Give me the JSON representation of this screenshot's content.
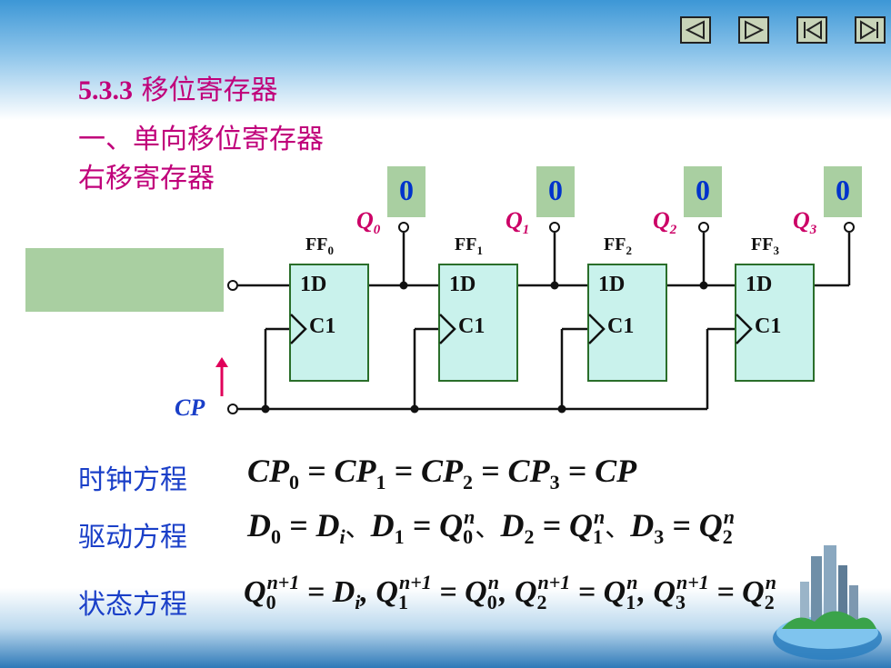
{
  "nav": {
    "prev_icon": "triangle-left-icon",
    "next_icon": "triangle-right-icon",
    "first_icon": "skip-first-icon",
    "last_icon": "skip-last-icon"
  },
  "heading": {
    "section_num": "5.3.3",
    "section_title": "移位寄存器",
    "subtitle": "一、单向移位寄存器",
    "sub_subtitle": "右移寄存器"
  },
  "circuit": {
    "outputs": [
      "0",
      "0",
      "0",
      "0"
    ],
    "q_labels": [
      {
        "main": "Q",
        "sub": "0"
      },
      {
        "main": "Q",
        "sub": "1"
      },
      {
        "main": "Q",
        "sub": "2"
      },
      {
        "main": "Q",
        "sub": "3"
      }
    ],
    "ff_labels": [
      {
        "main": "FF",
        "sub": "0"
      },
      {
        "main": "FF",
        "sub": "1"
      },
      {
        "main": "FF",
        "sub": "2"
      },
      {
        "main": "FF",
        "sub": "3"
      }
    ],
    "pin_d": "1D",
    "pin_c": "C1",
    "clock_label": "CP"
  },
  "equations": {
    "clock_label": "时钟方程",
    "drive_label": "驱动方程",
    "state_label": "状态方程"
  },
  "colors": {
    "title": "#c0007a",
    "label_blue": "#1a3fc8",
    "q_pink": "#cc0066",
    "value_blue": "#0033cc",
    "box_green": "#a9cfa1",
    "ff_fill": "#c9f2ec"
  }
}
